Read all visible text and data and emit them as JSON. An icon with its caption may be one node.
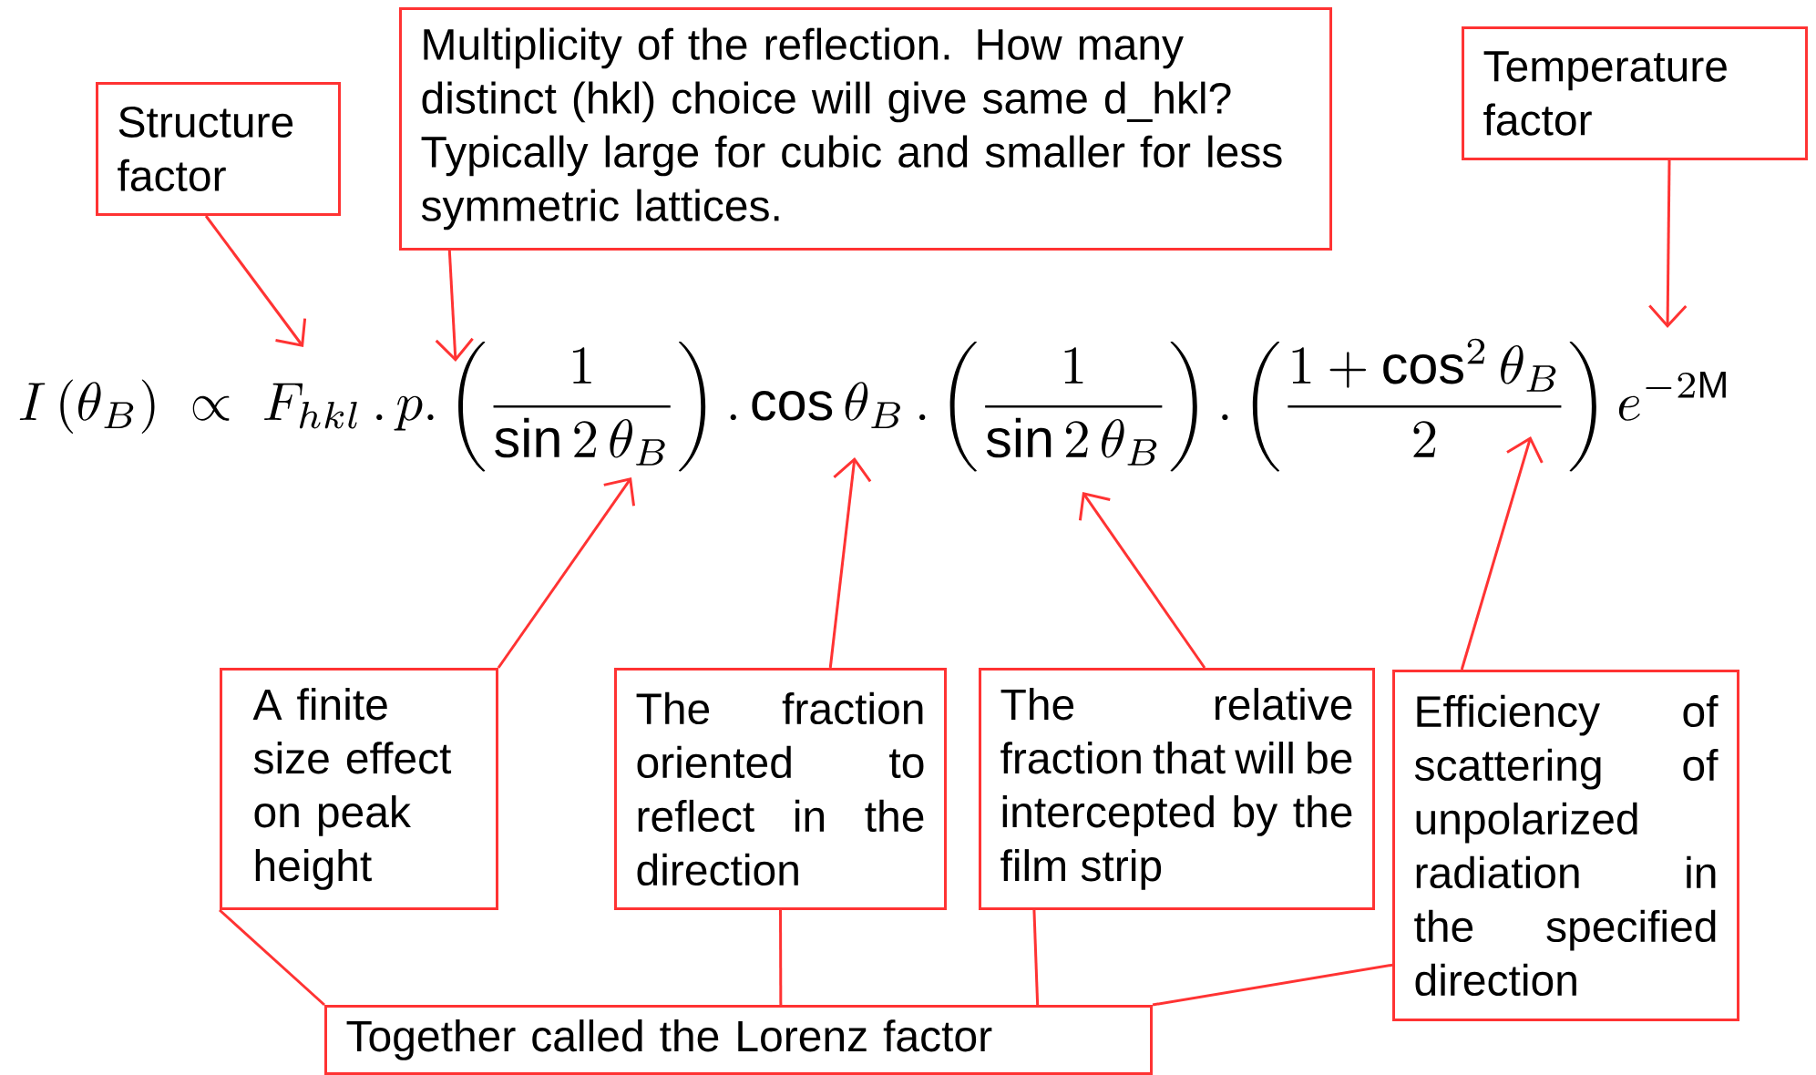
{
  "diagram": {
    "nodes": [
      {
        "text": [
          "Structure factor"
        ]
      },
      {
        "text": [
          "Multiplicity of the reflection. How many distinct (hkl) choice will give same d_hkl? Typically large for cubic and smaller for less symmetric lattices."
        ]
      },
      {
        "text": [
          "Temperature factor"
        ]
      },
      {
        "text": [
          "A finite size effect on peak height"
        ]
      },
      {
        "text": [
          "The fraction oriented to reflect in the direction"
        ]
      },
      {
        "text": [
          "The relative fraction that will be intercepted by the film strip"
        ]
      },
      {
        "text": [
          "Efficiency of scattering of unpolarized radiation in the specified direction"
        ]
      },
      {
        "text": [
          "Together called the Lorenz factor"
        ]
      },
      {
        "text": [
          "I\\left(\\theta_B\\right)\\;\\propto\\; F_{hkl}\\,.\\,p.\\left(\\frac{1}{\\sin 2\\,\\theta_B}\\right).\\cos\\theta_B\\,.\\left(\\frac{1}{\\sin 2\\,\\theta_B}\\right).\\left(\\frac{1+\\cos^2\\theta_B}{2}\\right)e^{-2\\mathrm{M}}"
        ]
      }
    ],
    "edges": [
      {
        "from": 0,
        "to": 8,
        "arrow": "to"
      },
      {
        "from": 1,
        "to": 8,
        "arrow": "to"
      },
      {
        "from": 2,
        "to": 8,
        "arrow": "to"
      },
      {
        "from": 3,
        "to": 8,
        "arrow": "to"
      },
      {
        "from": 4,
        "to": 8,
        "arrow": "to"
      },
      {
        "from": 5,
        "to": 8,
        "arrow": "to"
      },
      {
        "from": 6,
        "to": 8,
        "arrow": "to"
      },
      {
        "from": 3,
        "to": 7,
        "arrow": "none"
      },
      {
        "from": 4,
        "to": 7,
        "arrow": "none"
      },
      {
        "from": 5,
        "to": 7,
        "arrow": "none"
      },
      {
        "from": 6,
        "to": 7,
        "arrow": "none"
      }
    ]
  }
}
